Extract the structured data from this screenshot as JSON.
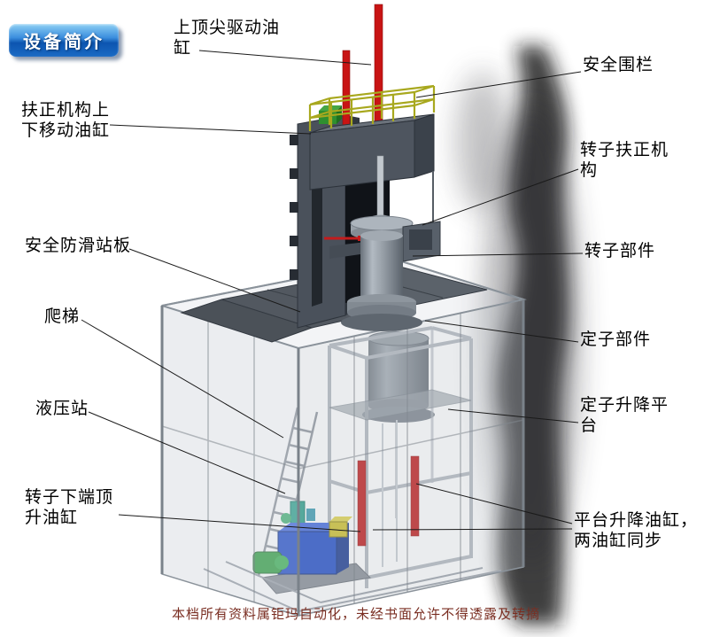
{
  "badge": {
    "label": "设备简介"
  },
  "labels": {
    "top_drive_cylinder": {
      "lines": [
        "上顶尖驱动油",
        "缸"
      ]
    },
    "safety_fence": {
      "lines": [
        "安全围栏"
      ]
    },
    "centering_move_cylinder": {
      "lines": [
        "扶正机构上",
        "下移动油缸"
      ]
    },
    "rotor_centering": {
      "lines": [
        "转子扶正机",
        "构"
      ]
    },
    "antislip_plate": {
      "lines": [
        "安全防滑站板"
      ]
    },
    "rotor_part": {
      "lines": [
        "转子部件"
      ]
    },
    "ladder": {
      "lines": [
        "爬梯"
      ]
    },
    "stator_part": {
      "lines": [
        "定子部件"
      ]
    },
    "hydraulic_station": {
      "lines": [
        "液压站"
      ]
    },
    "stator_lift_platform": {
      "lines": [
        "定子升降平",
        "台"
      ]
    },
    "rotor_bottom_jack_cylinder": {
      "lines": [
        "转子下端顶",
        "升油缸"
      ]
    },
    "platform_lift_cylinders": {
      "lines": [
        "平台升降油缸，",
        "两油缸同步"
      ]
    }
  },
  "footer": {
    "text": "本档所有资料属钜玛自动化，未经书面允许不得透露及转摘"
  },
  "colors": {
    "badge_blue": "#1565c8",
    "cylinder_red": "#c41c1c",
    "footer_text": "#7a2e22",
    "steel_dark": "#4a515b",
    "steel_light": "#b0b6be",
    "hydraulic_blue": "#1d49c8",
    "railing_yellow": "#a8a81e"
  }
}
